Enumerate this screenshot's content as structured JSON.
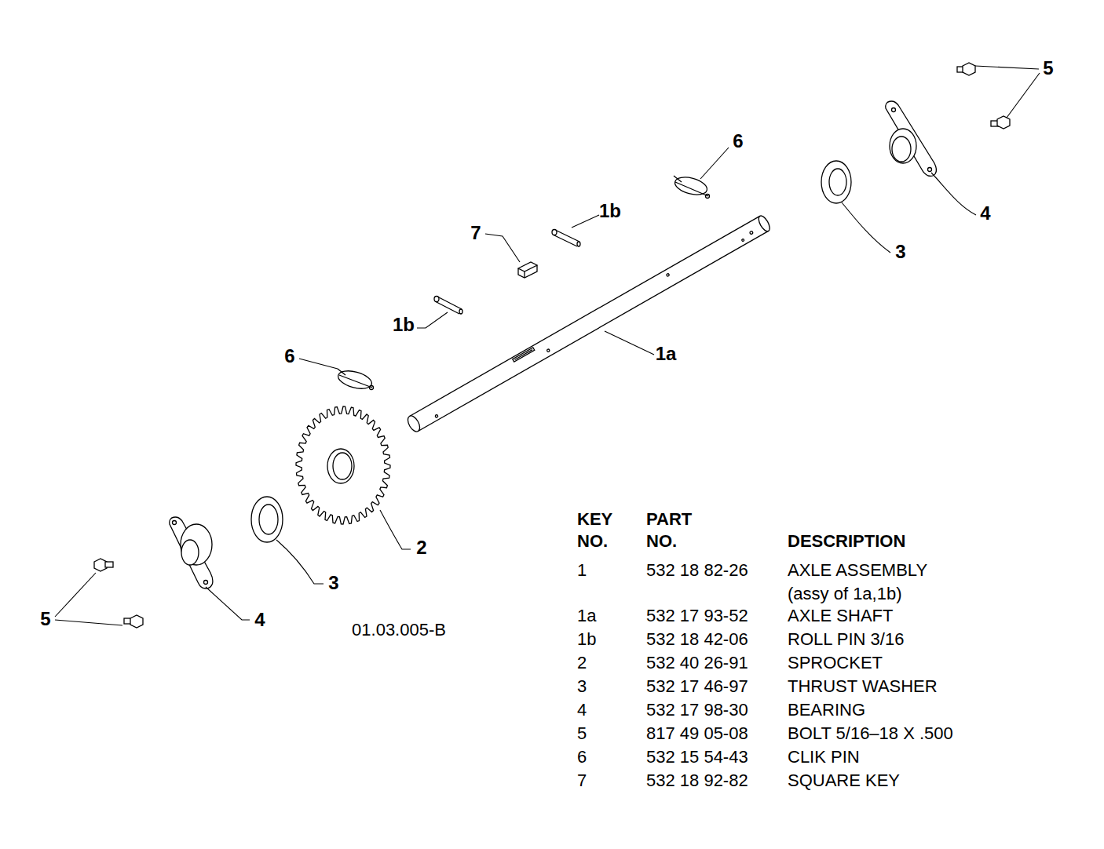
{
  "diagram": {
    "labels": [
      "5",
      "6",
      "1b",
      "7",
      "4",
      "3",
      "1b",
      "1a",
      "6",
      "2",
      "3",
      "5",
      "4",
      "01.03.005-B",
      "KEY NO.",
      "PART NO.",
      "DESCRIPTION",
      "1",
      "532 18 82-26",
      "AXLE ASSEMBLY (assy of 1a,1b)",
      "1a",
      "532 17 93-52",
      "AXLE SHAFT",
      "1b",
      "532 18 42-06",
      "ROLL PIN 3/16",
      "2",
      "532 40 26-91",
      "SPROCKET",
      "3",
      "532 17 46-97",
      "THRUST WASHER",
      "4",
      "532 17 98-30",
      "BEARING",
      "5",
      "817 49 05-08",
      "BOLT 5/16–18 X .500",
      "6",
      "532 15 54-43",
      "CLIK PIN",
      "7",
      "532 18 92-82",
      "SQUARE KEY"
    ]
  }
}
